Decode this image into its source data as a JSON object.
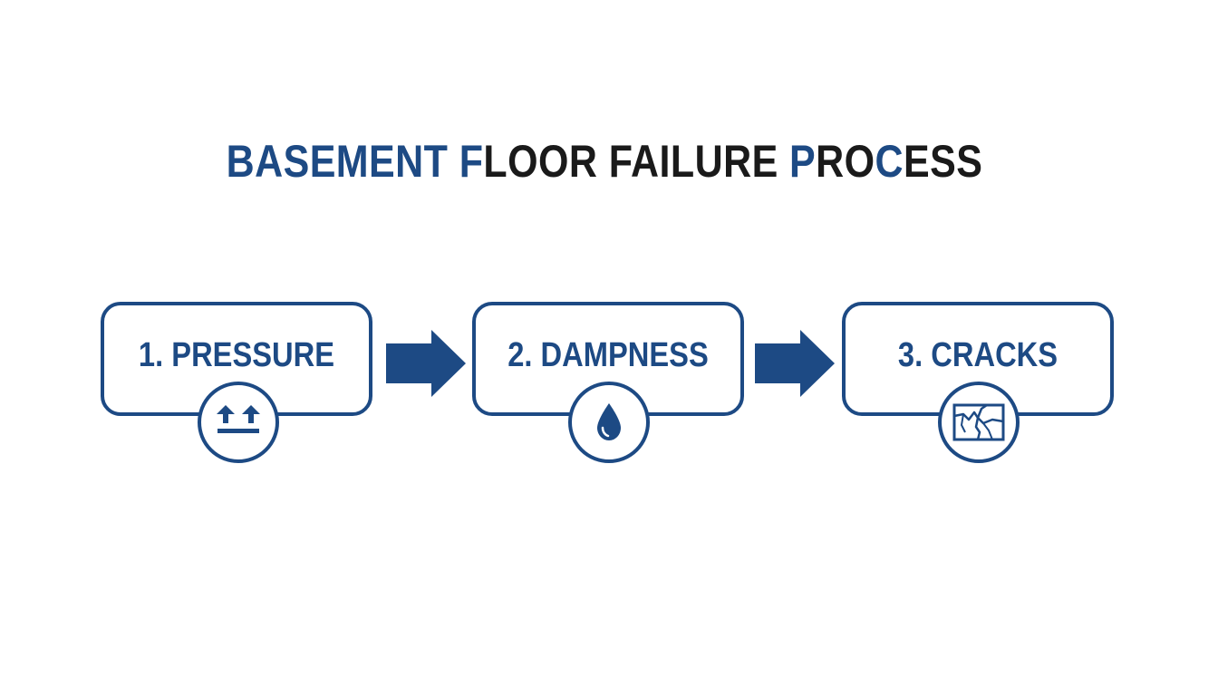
{
  "title": {
    "segments": [
      {
        "text": "BASEMENT F",
        "color": "#1d4a84"
      },
      {
        "text": "LOOR FAILURE ",
        "color": "#1a1a1a"
      },
      {
        "text": "P",
        "color": "#1d4a84"
      },
      {
        "text": "RO",
        "color": "#1a1a1a"
      },
      {
        "text": "C",
        "color": "#1d4a84"
      },
      {
        "text": "ESS",
        "color": "#1a1a1a"
      }
    ]
  },
  "steps": [
    {
      "label": "1. PRESSURE",
      "icon": "upward-pressure-arrows-icon"
    },
    {
      "label": "2. DAMPNESS",
      "icon": "water-drop-icon"
    },
    {
      "label": "3. CRACKS",
      "icon": "cracked-floor-icon"
    }
  ],
  "colors": {
    "accent": "#1d4a84",
    "text_dark": "#1a1a1a",
    "background": "#ffffff"
  }
}
